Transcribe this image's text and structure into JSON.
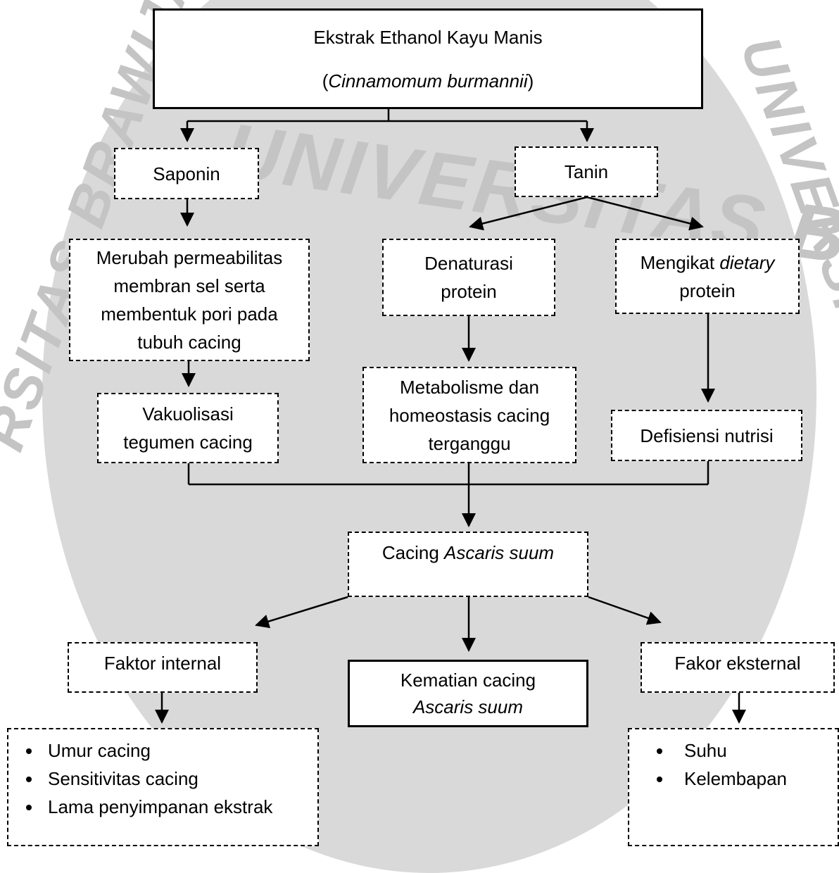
{
  "watermark": {
    "top_arc": "UNIVERSITAS BRAWIJAYA",
    "left_edge": "RSITAS BRAWIJAYA",
    "right_edge": "UNIVERSITAS BRAWIJAYA"
  },
  "nodes": {
    "root": {
      "line1": "Ekstrak Ethanol Kayu Manis",
      "line2_open": "(",
      "line2_italic": "Cinnamomum burmannii",
      "line2_close": ")"
    },
    "saponin": "Saponin",
    "tanin": "Tanin",
    "merubah": {
      "lines": [
        "Merubah permeabilitas",
        "membran sel serta",
        "membentuk pori pada",
        "tubuh cacing"
      ]
    },
    "denaturasi": {
      "lines": [
        "Denaturasi",
        "protein"
      ]
    },
    "mengikat": {
      "prefix": "Mengikat ",
      "italic": "dietary",
      "line2": "protein"
    },
    "vakuolisasi": {
      "lines": [
        "Vakuolisasi",
        "tegumen cacing"
      ]
    },
    "metabolisme": {
      "lines": [
        "Metabolisme dan",
        "homeostasis cacing",
        "terganggu"
      ]
    },
    "defisiensi": "Defisiensi nutrisi",
    "cacing": {
      "prefix": "Cacing ",
      "italic": "Ascaris suum"
    },
    "faktor_internal": "Faktor internal",
    "kematian": {
      "line1": "Kematian cacing",
      "line2_italic": "Ascaris suum"
    },
    "faktor_eksternal": "Fakor eksternal",
    "internal_list": [
      "Umur cacing",
      "Sensitivitas cacing",
      "Lama penyimpanan ekstrak"
    ],
    "external_list": [
      "Suhu",
      "Kelembapan"
    ]
  }
}
